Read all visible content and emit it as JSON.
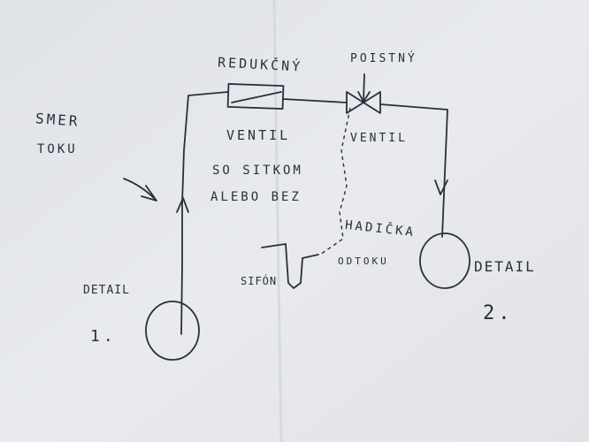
{
  "labels": {
    "redukcny": "REDUKČNÝ",
    "poistny": "POISTNÝ",
    "smer": "SMER",
    "toku": "TOKU",
    "ventil_left": "VENTIL",
    "ventil_right": "VENTIL",
    "so_sitkom": "SO SITKOM",
    "alebo_bez": "ALEBO BEZ",
    "hadicka": "HADIČKA",
    "odtoku": "ODTOKU",
    "sifon": "SIFÓN",
    "detail_left": "DETAIL",
    "detail_left_num": "1.",
    "detail_right": "DETAIL",
    "detail_right_num": "2."
  },
  "colors": {
    "paper": "#e4e6ea",
    "ink": "#2b2f3a"
  }
}
